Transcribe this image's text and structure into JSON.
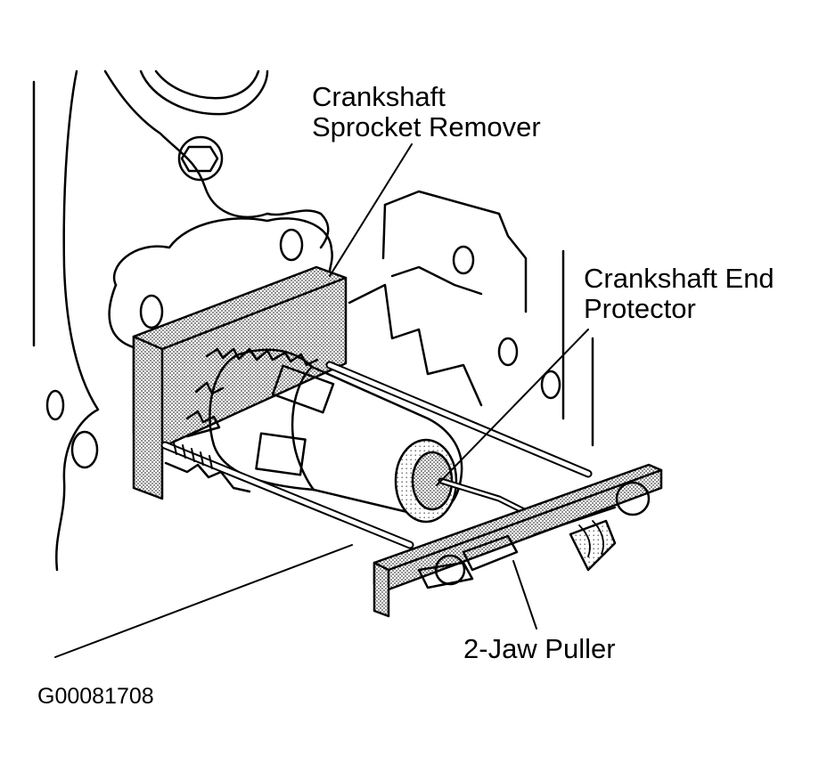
{
  "labels": {
    "sprocket_remover_line1": "Crankshaft",
    "sprocket_remover_line2": "Sprocket Remover",
    "end_protector_line1": "Crankshaft End",
    "end_protector_line2": "Protector",
    "jaw_puller": "2-Jaw Puller"
  },
  "figure_id": "G00081708",
  "colors": {
    "line": "#000000",
    "stipple": "#9a9a9a",
    "background": "#ffffff"
  }
}
